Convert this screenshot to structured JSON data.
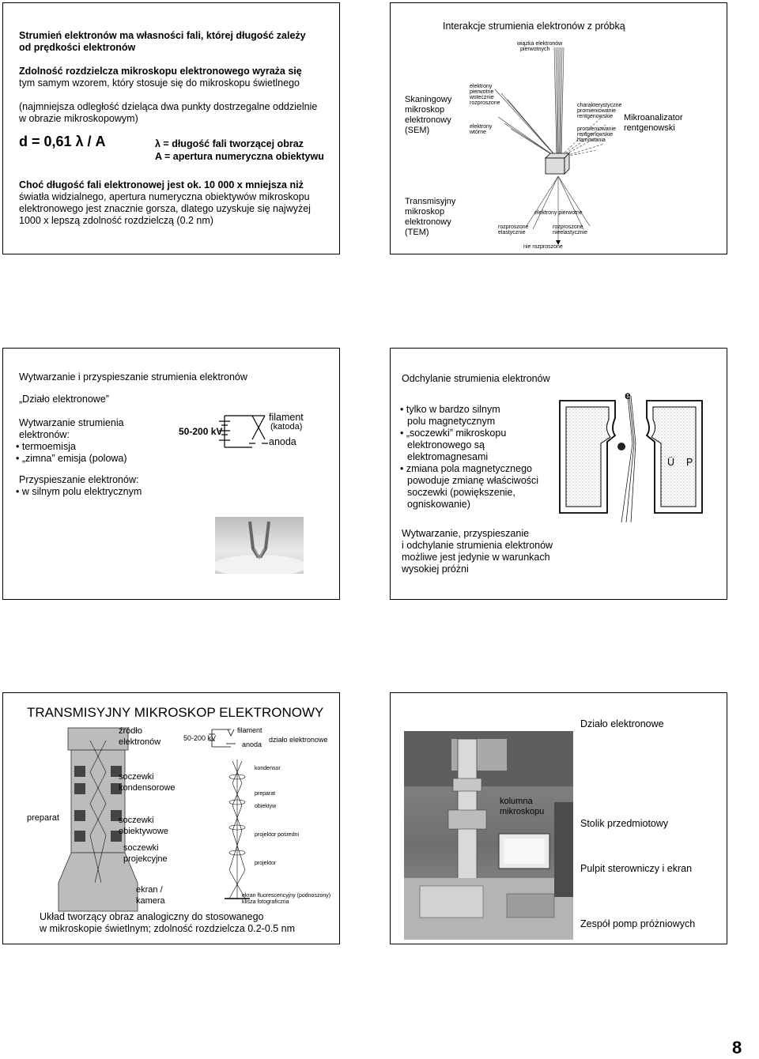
{
  "slide1": {
    "title_line1": "Strumień elektronów ma własności fali, której długość zależy",
    "title_line2": "od prędkości elektronów",
    "p1_line1": "Zdolność rozdzielcza mikroskopu elektronowego wyraża się",
    "p1_line2": "tym samym wzorem, który stosuje się do mikroskopu świetlnego",
    "p2_line1": "(najmniejsza odległość dzieląca dwa punkty dostrzegalne oddzielnie",
    "p2_line2": " w obrazie mikroskopowym)",
    "formula": "d = 0,61 λ / A",
    "legend_lambda": "λ = długość fali tworzącej obraz",
    "legend_a": "A = apertura numeryczna obiektywu",
    "p3_line1": "Choć długość fali elektronowej jest ok. 10 000 x mniejsza niż",
    "p3_line2": "światła widzialnego, apertura numeryczna obiektywów mikroskopu",
    "p3_line3": "elektronowego jest znacznie gorsza, dlatego uzyskuje się najwyżej",
    "p3_line4": "1000 x lepszą zdolność rozdzielczą (0.2 nm)"
  },
  "slide2": {
    "title": "Interakcje strumienia elektronów z próbką",
    "sem_1": "Skaningowy",
    "sem_2": "mikroskop",
    "sem_3": "elektronowy",
    "sem_4": "(SEM)",
    "tem_1": "Transmisyjny",
    "tem_2": "mikroskop",
    "tem_3": "elektronowy",
    "tem_4": "(TEM)",
    "micro_1": "Mikroanalizator",
    "micro_2": "rentgenowski",
    "d_beam1": "wiązka elektronów",
    "d_beam2": "pierwotnych",
    "d_l1": "elektrony",
    "d_l2": "pierwotne",
    "d_l3": "wstecznie",
    "d_l4": "rozproszone",
    "d_s1": "elektrony",
    "d_s2": "wtórne",
    "d_r1": "charakterystyczne",
    "d_r2": "promieniowanie",
    "d_r3": "rentgenowskie",
    "d_r4": "promieniowanie",
    "d_r5": "rentgenowskie",
    "d_r6": "hamowania",
    "d_prim": "elektrony pierwotne",
    "d_el1": "rozproszone",
    "d_el2": "elastycznie",
    "d_ne1": "rozproszone",
    "d_ne2": "nieelastycznie",
    "d_nr": "nie rozproszone"
  },
  "slide3": {
    "title": "Wytwarzanie i przyspieszanie strumienia elektronów",
    "gun": "„Działo elektronowe”",
    "gen1": "Wytwarzanie strumienia",
    "gen2": "elektronów:",
    "b1": "termoemisja",
    "b2": "„zimna” emisja (polowa)",
    "acc": "Przyspieszanie elektronów:",
    "b3": "w silnym polu elektrycznym",
    "kv": "50-200 kV",
    "filament": "filament",
    "katoda": "(katoda)",
    "anoda": "anoda"
  },
  "slide4": {
    "title": "Odchylanie strumienia elektronów",
    "b1_1": "tylko w bardzo silnym",
    "b1_2": "polu magnetycznym",
    "b2_1": "„soczewki” mikroskopu",
    "b2_2": "elektronowego są",
    "b2_3": "elektromagnesami",
    "b3_1": "zmiana pola magnetycznego",
    "b3_2": "powoduje zmianę właściwości",
    "b3_3": "soczewki (powiększenie,",
    "b3_4": "ogniskowanie)",
    "c1": "Wytwarzanie, przyspieszanie",
    "c2": "i odchylanie strumienia elektronów",
    "c3": "możliwe jest jedynie w warunkach",
    "c4": "wysokiej próżni",
    "fig_e": "e",
    "fig_u": "Ü",
    "fig_p": "P"
  },
  "slide5": {
    "title": "TRANSMISYJNY MIKROSKOP ELEKTRONOWY",
    "src1": "źródło",
    "src2": "elektronów",
    "kv": "50-200 kV",
    "filament": "filament",
    "anoda": "anoda",
    "gun": "działo elektronowe",
    "kond1": "soczewki",
    "kond2": "kondensorowe",
    "kondensor": "kondensor",
    "preparat": "preparat",
    "preparat2": "preparat",
    "obiektyw": "obiektyw",
    "obj1": "soczewki",
    "obj2": "obiektywowe",
    "proj1": "soczewki",
    "proj2": "projekcyjne",
    "projp": "projektor pośredni",
    "projektor": "projektor",
    "ekran1": "ekran /",
    "ekran2": "kamera",
    "ekranf1": "ekran fluorescencyjny (podnoszony)",
    "ekranf2": "klisza fotograficzna",
    "cap1": "Układ tworzący obraz analogiczny do stosowanego",
    "cap2": "w mikroskopie świetlnym; zdolność rozdzielcza 0.2-0.5 nm"
  },
  "slide6": {
    "kol1": "kolumna",
    "kol2": "mikroskopu",
    "dzialo": "Działo elektronowe",
    "stolik": "Stolik przedmiotowy",
    "pulpit": "Pulpit sterowniczy i ekran",
    "pompy": "Zespół pomp próżniowych"
  },
  "page_number": "8"
}
